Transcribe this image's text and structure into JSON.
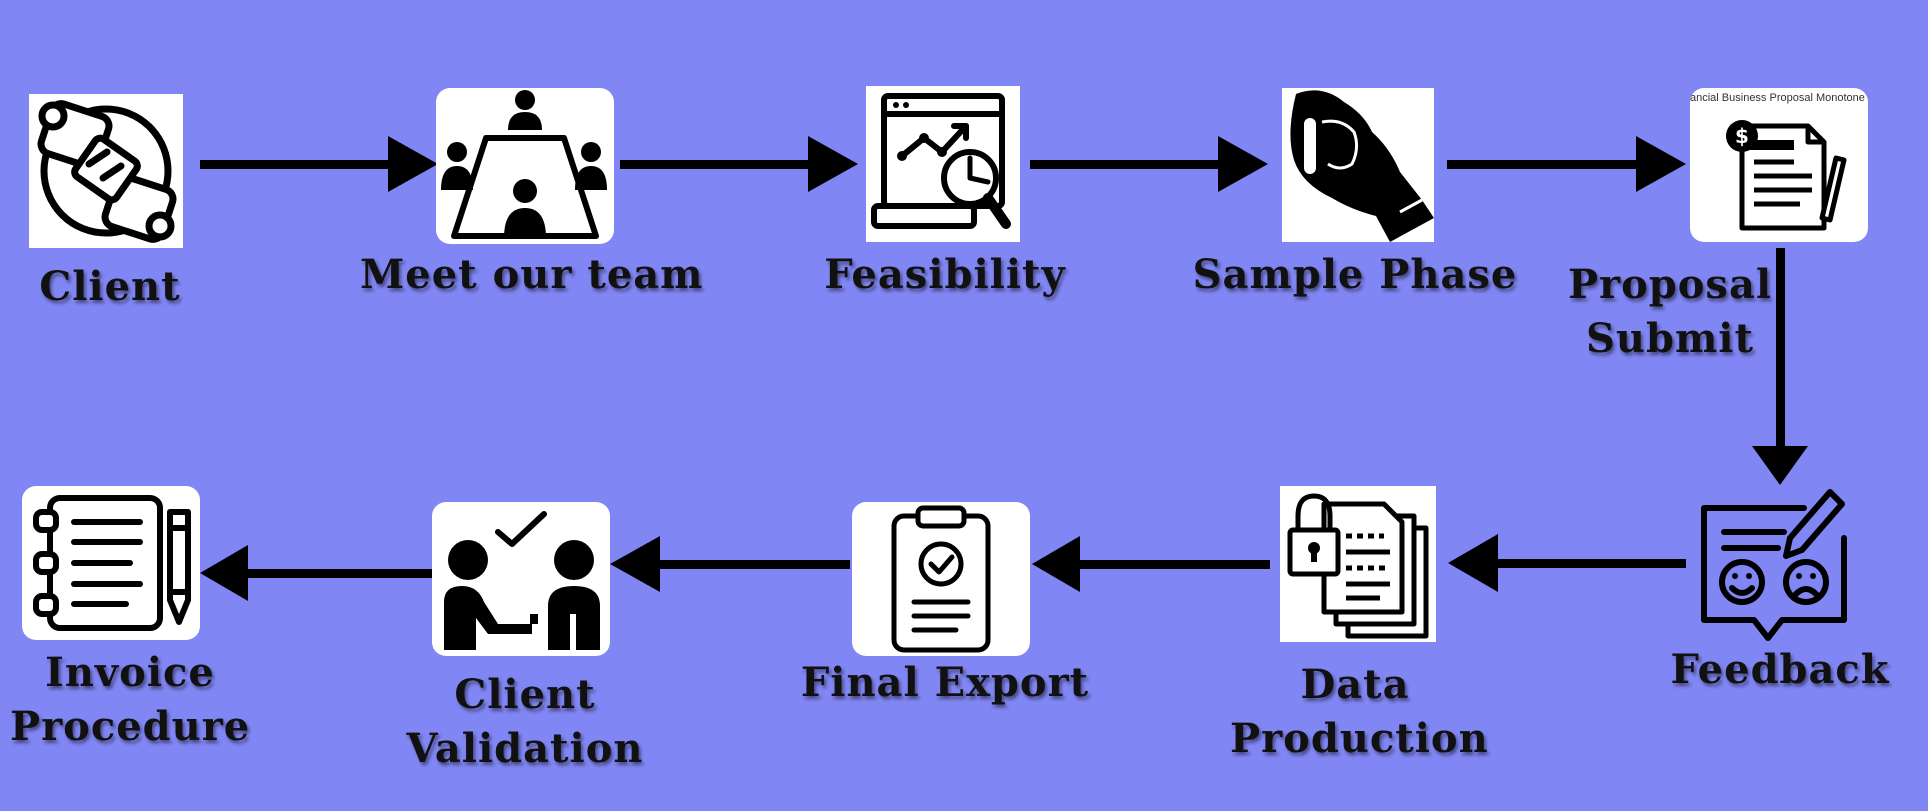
{
  "steps": [
    {
      "label": "Client",
      "icon": "handshake-icon"
    },
    {
      "label": "Meet our team",
      "icon": "team-meeting-icon"
    },
    {
      "label": "Feasibility",
      "icon": "analytics-magnifier-icon"
    },
    {
      "label": "Sample Phase",
      "icon": "hand-holding-test-tube-icon"
    },
    {
      "label_line1": "Proposal",
      "label_line2": "Submit",
      "icon": "proposal-document-icon",
      "caption": "ancial Business Proposal Monotone Ic"
    },
    {
      "label": "Feedback",
      "icon": "feedback-faces-icon"
    },
    {
      "label_line1": "Data",
      "label_line2": "Production",
      "icon": "locked-documents-icon"
    },
    {
      "label": "Final Export",
      "icon": "clipboard-check-icon"
    },
    {
      "label_line1": "Client",
      "label_line2": "Validation",
      "icon": "client-validation-icon"
    },
    {
      "label_line1": "Invoice",
      "label_line2": "Procedure",
      "icon": "notebook-pencil-icon"
    }
  ],
  "colors": {
    "background": "#8086f3",
    "arrow": "#000000",
    "tile": "#ffffff",
    "text": "#111111"
  }
}
